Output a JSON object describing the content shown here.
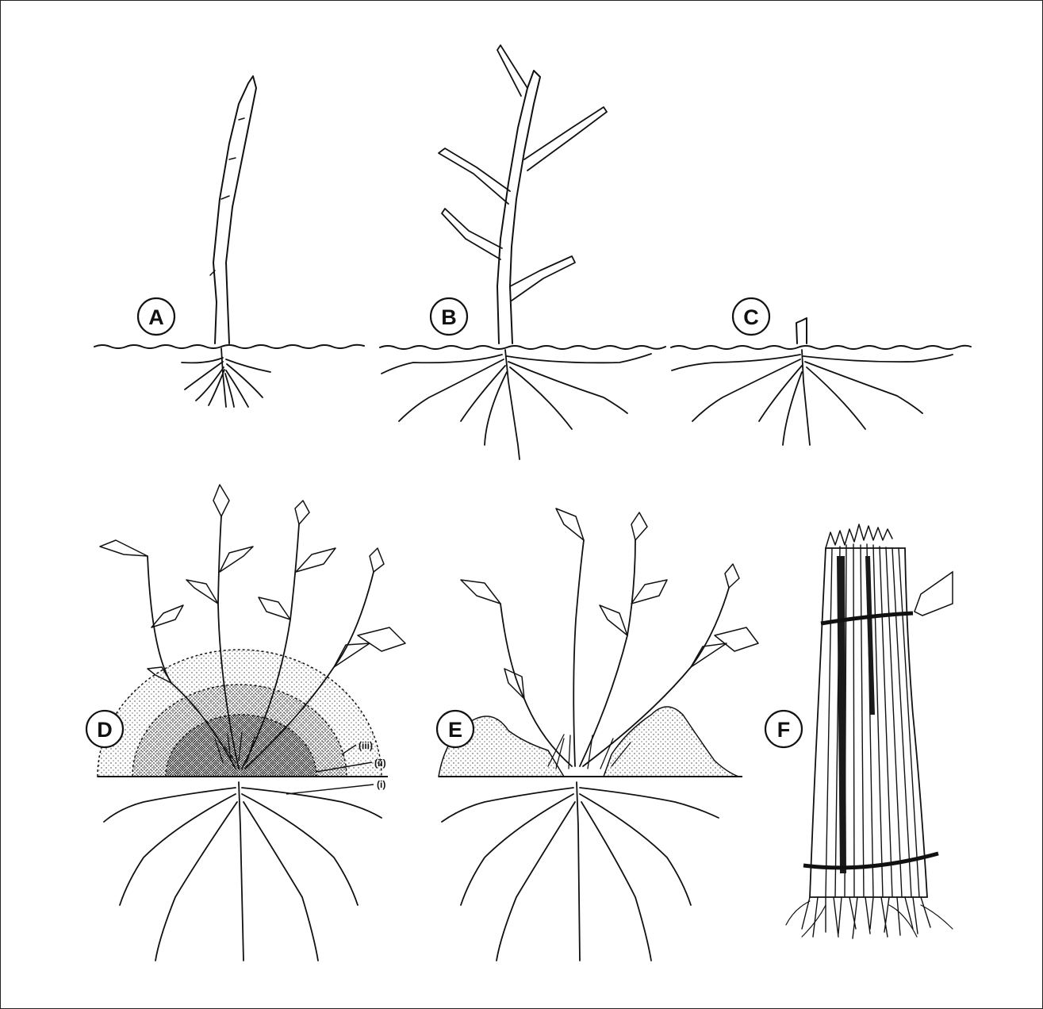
{
  "panels": [
    {
      "id": "A",
      "label": "A"
    },
    {
      "id": "B",
      "label": "B"
    },
    {
      "id": "C",
      "label": "C"
    },
    {
      "id": "D",
      "label": "D"
    },
    {
      "id": "E",
      "label": "E"
    },
    {
      "id": "F",
      "label": "F"
    }
  ],
  "mound_zones": {
    "inner": "(i)",
    "middle": "(ii)",
    "outer": "(iii)"
  }
}
